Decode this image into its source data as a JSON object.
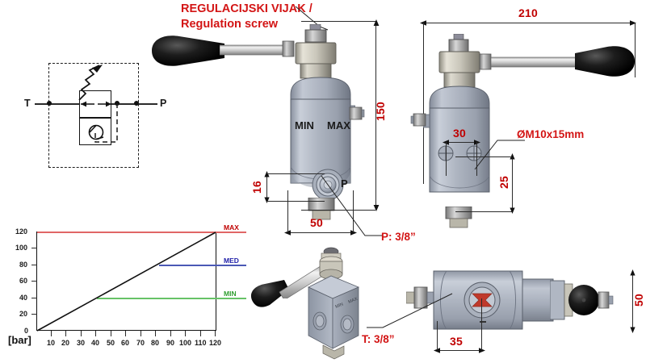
{
  "document": {
    "type": "technical-drawing",
    "subject": "hydraulic pressure relief valve with lever"
  },
  "annotations": {
    "regulation_screw_line1": "REGULACIJSKI VIJAK /",
    "regulation_screw_line2": "Regulation screw",
    "port_p": "P: 3/8”",
    "port_t": "T: 3/8”",
    "thread": "ØM10x15mm"
  },
  "front_view": {
    "label_min": "MIN",
    "label_max": "MAX",
    "port_letter": "P",
    "dim_height": "150",
    "dim_port_offset": "16",
    "dim_width": "50"
  },
  "side_view": {
    "dim_overall_length": "210",
    "dim_hole_spacing": "30",
    "dim_hole_height": "25"
  },
  "bottom_view": {
    "dim_height": "50",
    "dim_port_offset": "35"
  },
  "schematic": {
    "port_t": "T",
    "port_p": "P"
  },
  "chart_data": {
    "type": "line",
    "title": "",
    "xlabel": "[bar]",
    "ylabel": "",
    "xlim": [
      0,
      128
    ],
    "ylim": [
      0,
      125
    ],
    "grid": false,
    "legend": "right-outside",
    "x_ticks": [
      10,
      20,
      30,
      40,
      50,
      60,
      70,
      80,
      90,
      100,
      110,
      120
    ],
    "x_tick_labels": [
      "10",
      "20",
      "30",
      "40",
      "50",
      "60",
      "70",
      "80",
      "90",
      "100",
      "110",
      "120"
    ],
    "y_ticks": [
      0,
      20,
      40,
      60,
      80,
      100,
      120
    ],
    "y_tick_labels": [
      "0",
      "20",
      "40",
      "60",
      "80",
      "100",
      "120"
    ],
    "series": [
      {
        "name": "characteristic",
        "type": "line",
        "color": "#111111",
        "x": [
          0,
          120
        ],
        "values": [
          0,
          120
        ]
      },
      {
        "name": "MAX",
        "label": "MAX",
        "type": "hline",
        "color": "#e06666",
        "label_color": "#c00000",
        "y": 120,
        "x_start": 0,
        "x_end": 128
      },
      {
        "name": "MED",
        "label": "MED",
        "type": "hline",
        "color": "#4a58b5",
        "label_color": "#2222aa",
        "y": 80,
        "x_start": 82,
        "x_end": 128
      },
      {
        "name": "MIN",
        "label": "MIN",
        "type": "hline",
        "color": "#67c267",
        "label_color": "#2f9e2f",
        "y": 40,
        "x_start": 42,
        "x_end": 128
      }
    ]
  }
}
